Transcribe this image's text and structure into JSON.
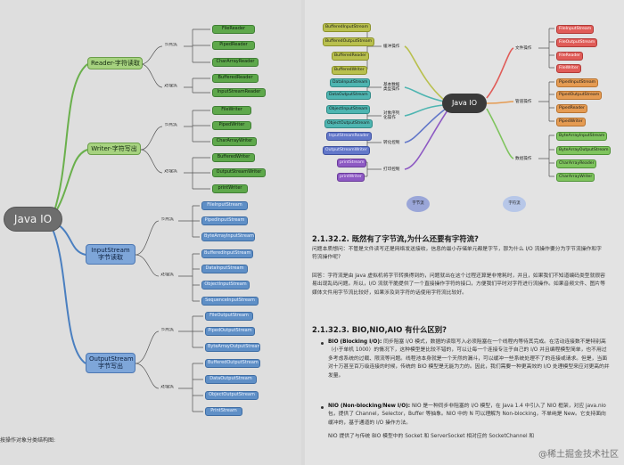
{
  "left": {
    "root": "Java IO",
    "caption": "按操作对象分类结构图:",
    "reader": {
      "title": "Reader-字符读取",
      "node_label": "节点流",
      "proc_label": "处理流",
      "nodes": [
        "FileReader",
        "PipedReader",
        "CharArrayReader"
      ],
      "procs": [
        "BufferedReader",
        "InputStreamReader"
      ]
    },
    "writer": {
      "title": "Writer-字符写出",
      "node_label": "节点流",
      "proc_label": "处理流",
      "nodes": [
        "FileWriter",
        "PipedWriter",
        "CharArrayWriter"
      ],
      "procs": [
        "BufferedWriter",
        "OutputStreamWriter",
        "printWriter"
      ]
    },
    "input": {
      "title_line1": "InputStream",
      "title_line2": "字节读取",
      "node_label": "节点流",
      "proc_label": "处理流",
      "nodes": [
        "FileInputStream",
        "PipedInputStream",
        "ByteArrayInputStream"
      ],
      "procs": [
        "BufferedInputStream",
        "DataInputStream",
        "ObjectInputStream",
        "SequenceInputStream"
      ]
    },
    "output": {
      "title_line1": "OutputStream",
      "title_line2": "字节写出",
      "node_label": "节点流",
      "proc_label": "处理流",
      "nodes": [
        "FileOutputStream",
        "PipedOutputStream",
        "ByteArrayOutputStream"
      ],
      "procs": [
        "BufferedOutputStream",
        "DataOutputStream",
        "ObjectOutputStream",
        "PrintStream"
      ]
    }
  },
  "right_map": {
    "root": "Java IO",
    "left_groups": [
      {
        "label": "缓冲操作",
        "items": [
          "BufferedInputStream",
          "BufferedOutputStream",
          "BufferedReader",
          "BufferedWriter"
        ]
      },
      {
        "label": "基本数据类型操作",
        "items": [
          "DataInputStream",
          "DataOutputStream"
        ]
      },
      {
        "label": "对象序列化操作",
        "items": [
          "ObjectInputStream",
          "ObjectOutputStream"
        ]
      },
      {
        "label": "转化控制",
        "items": [
          "InputStreamReader",
          "OutputStreamWriter"
        ]
      },
      {
        "label": "打印控制",
        "items": [
          "printStream",
          "printWriter"
        ]
      }
    ],
    "right_groups": [
      {
        "label": "文件操作",
        "items": [
          "FileInputStream",
          "FileOutputStream",
          "FileReader",
          "FileWriter"
        ]
      },
      {
        "label": "管道操作",
        "items": [
          "PipedInputStream",
          "PipedOutputStream",
          "PipedReader",
          "PipedWriter"
        ]
      },
      {
        "label": "数组操作",
        "items": [
          "ByteArrayInputStream",
          "ByteArrayOutputStream",
          "CharArrayReader",
          "CharArrayWriter"
        ]
      }
    ],
    "bottom_left": "字节流",
    "bottom_right": "字符流"
  },
  "article": {
    "h_2322": "2.1.32.2. 既然有了字节流,为什么还要有字符流?",
    "q": "问题本质想问：不管是文件读写还是网络发送接收，信息的最小存储单元都是字节，那为什么 I/O 流操作要分为字节流操作和字符流操作呢?",
    "a": "回答：字符流是由 Java 虚拟机将字节转换得到的，问题就出在这个过程还算是非常耗时，并且，如果我们不知道编码类型就很容易出现乱码问题。所以，I/O 流就干脆提供了一个直接操作字符的接口，方便我们平时对字符进行流操作。如果音频文件、图片等媒体文件用字节流比较好，如果涉及到字符的话使用字符流比较好。",
    "h_2323": "2.1.32.3. BIO,NIO,AIO 有什么区别?",
    "bio_title": "BIO (Blocking I/O):",
    "bio_text": "同步阻塞 I/O 模式，数据的读取写入必须阻塞在一个线程内等待其完成。在活动连接数不是特别高（小于单机 1000）的情况下，这种模型是比较不错的，可以让每一个连接专注于自己的 I/O 并且编程模型简单，也不用过多考虑系统的过载、限流等问题。线程池本身就是一个天然的漏斗，可以缓冲一些系统处理不了的连接或请求。但是，当面对十万甚至百万级连接的时候，传统的 BIO 模型是无能为力的。因此，我们需要一种更高效的 I/O 处理模型来应对更高的并发量。",
    "nio_title": "NIO (Non-blocking/New I/O):",
    "nio_text": "NIO 是一种同步非阻塞的 I/O 模型，在 Java 1.4 中引入了 NIO 框架，对应 java.nio 包，提供了 Channel，Selector，Buffer 等抽象。NIO 中的 N 可以理解为 Non-blocking，不单纯是 New。它支持面向缓冲的，基于通道的 I/O 操作方法。",
    "nio_text2": "NIO 提供了与传统 BIO 模型中的 Socket 和 ServerSocket 相对应的 SocketChannel 和"
  },
  "watermark": "@稀土掘金技术社区"
}
